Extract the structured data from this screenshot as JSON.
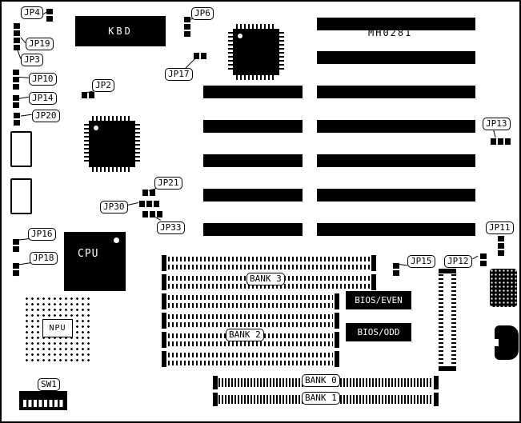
{
  "board": {
    "part_number": "MH0281"
  },
  "jumpers": {
    "jp2": "JP2",
    "jp3": "JP3",
    "jp4": "JP4",
    "jp6": "JP6",
    "jp10": "JP10",
    "jp11": "JP11",
    "jp12": "JP12",
    "jp13": "JP13",
    "jp14": "JP14",
    "jp15": "JP15",
    "jp16": "JP16",
    "jp17": "JP17",
    "jp18": "JP18",
    "jp19": "JP19",
    "jp20": "JP20",
    "jp21": "JP21",
    "jp30": "JP30",
    "jp33": "JP33"
  },
  "switches": {
    "sw1": "SW1"
  },
  "chips": {
    "kbd": "KBD",
    "cpu": "CPU",
    "npu": "NPU",
    "bios_even": "BIOS/EVEN",
    "bios_odd": "BIOS/ODD"
  },
  "memory_banks": {
    "bank0": "BANK 0",
    "bank1": "BANK 1",
    "bank2": "BANK 2",
    "bank3": "BANK 3"
  }
}
